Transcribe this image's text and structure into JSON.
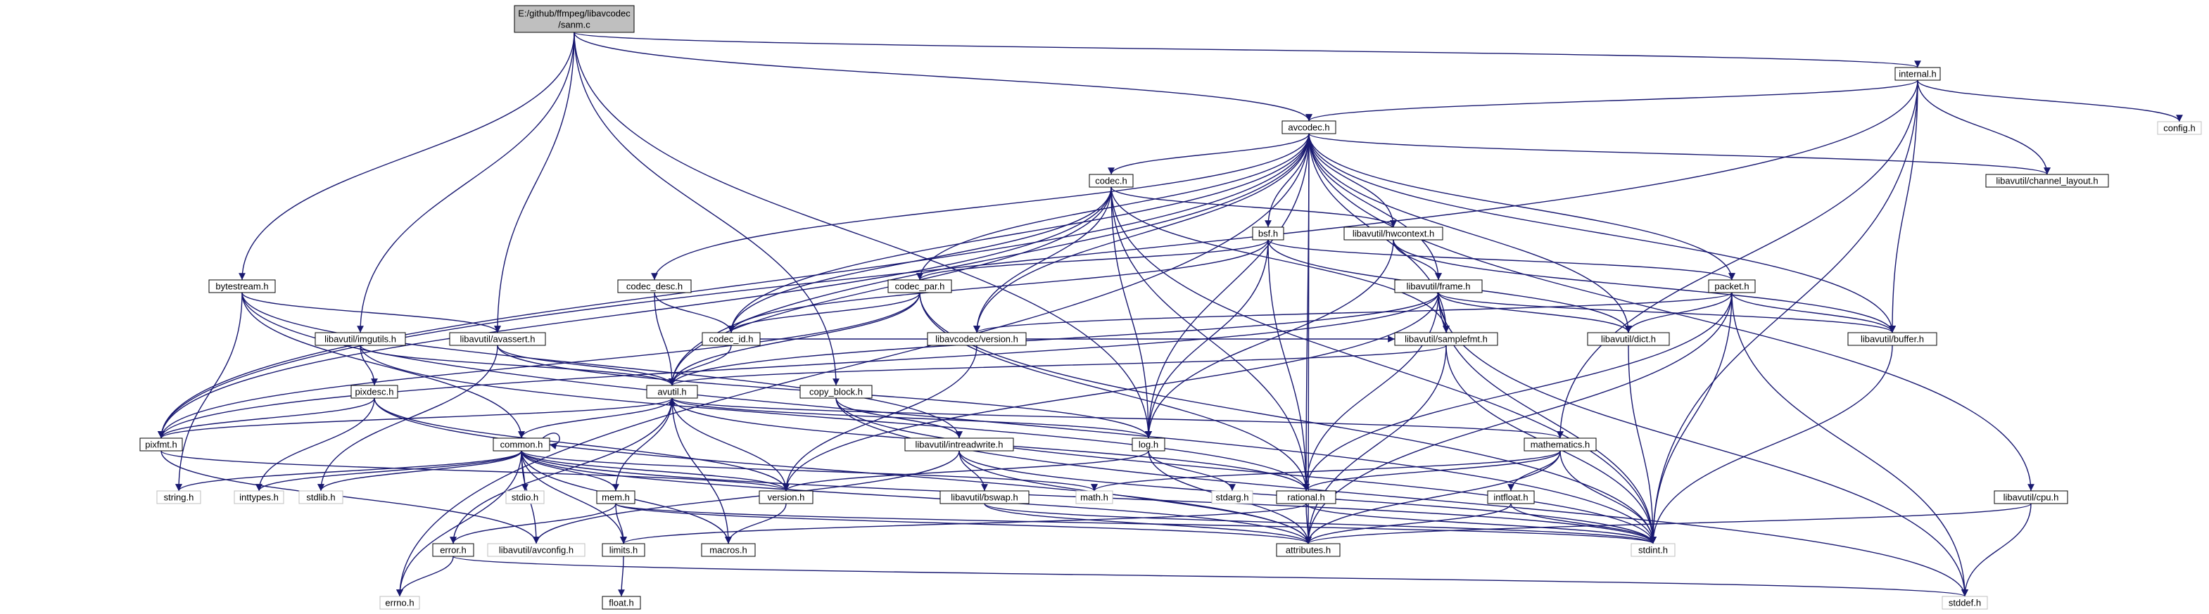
{
  "graph": {
    "root": [
      "E:/github/ffmpeg/libavcodec",
      "/sanm.c"
    ],
    "nodes": [
      {
        "id": "sanm",
        "label": "E:/github/ffmpeg/libavcodec\n/sanm.c",
        "kind": "root"
      },
      {
        "id": "internal_h",
        "label": "internal.h",
        "kind": "std"
      },
      {
        "id": "config_h",
        "label": "config.h",
        "kind": "sys"
      },
      {
        "id": "avcodec_h",
        "label": "avcodec.h",
        "kind": "std"
      },
      {
        "id": "channel_layout_h",
        "label": "libavutil/channel_layout.h",
        "kind": "std"
      },
      {
        "id": "codec_h",
        "label": "codec.h",
        "kind": "std"
      },
      {
        "id": "bsf_h",
        "label": "bsf.h",
        "kind": "std"
      },
      {
        "id": "hwcontext_h",
        "label": "libavutil/hwcontext.h",
        "kind": "std"
      },
      {
        "id": "bytestream_h",
        "label": "bytestream.h",
        "kind": "std"
      },
      {
        "id": "codec_desc_h",
        "label": "codec_desc.h",
        "kind": "std"
      },
      {
        "id": "codec_par_h",
        "label": "codec_par.h",
        "kind": "std"
      },
      {
        "id": "frame_h",
        "label": "libavutil/frame.h",
        "kind": "std"
      },
      {
        "id": "packet_h",
        "label": "packet.h",
        "kind": "std"
      },
      {
        "id": "imgutils_h",
        "label": "libavutil/imgutils.h",
        "kind": "std"
      },
      {
        "id": "avassert_h",
        "label": "libavutil/avassert.h",
        "kind": "std"
      },
      {
        "id": "codec_id_h",
        "label": "codec_id.h",
        "kind": "std"
      },
      {
        "id": "lavc_version_h",
        "label": "libavcodec/version.h",
        "kind": "std"
      },
      {
        "id": "samplefmt_h",
        "label": "libavutil/samplefmt.h",
        "kind": "std"
      },
      {
        "id": "dict_h",
        "label": "libavutil/dict.h",
        "kind": "std"
      },
      {
        "id": "buffer_h",
        "label": "libavutil/buffer.h",
        "kind": "std"
      },
      {
        "id": "pixdesc_h",
        "label": "pixdesc.h",
        "kind": "std"
      },
      {
        "id": "avutil_h",
        "label": "avutil.h",
        "kind": "std"
      },
      {
        "id": "copy_block_h",
        "label": "copy_block.h",
        "kind": "std"
      },
      {
        "id": "pixfmt_h",
        "label": "pixfmt.h",
        "kind": "std"
      },
      {
        "id": "common_h",
        "label": "common.h",
        "kind": "std"
      },
      {
        "id": "intreadwrite_h",
        "label": "libavutil/intreadwrite.h",
        "kind": "std"
      },
      {
        "id": "log_h",
        "label": "log.h",
        "kind": "std"
      },
      {
        "id": "mathematics_h",
        "label": "mathematics.h",
        "kind": "std"
      },
      {
        "id": "string_h",
        "label": "string.h",
        "kind": "sys"
      },
      {
        "id": "inttypes_h",
        "label": "inttypes.h",
        "kind": "sys"
      },
      {
        "id": "stdlib_h",
        "label": "stdlib.h",
        "kind": "sys"
      },
      {
        "id": "stdio_h",
        "label": "stdio.h",
        "kind": "sys"
      },
      {
        "id": "mem_h",
        "label": "mem.h",
        "kind": "std"
      },
      {
        "id": "version_h",
        "label": "version.h",
        "kind": "std"
      },
      {
        "id": "math_h",
        "label": "math.h",
        "kind": "sys"
      },
      {
        "id": "bswap_h",
        "label": "libavutil/bswap.h",
        "kind": "std"
      },
      {
        "id": "stdarg_h",
        "label": "stdarg.h",
        "kind": "sys"
      },
      {
        "id": "rational_h",
        "label": "rational.h",
        "kind": "std"
      },
      {
        "id": "intfloat_h",
        "label": "intfloat.h",
        "kind": "std"
      },
      {
        "id": "cpu_h",
        "label": "libavutil/cpu.h",
        "kind": "std"
      },
      {
        "id": "error_h",
        "label": "error.h",
        "kind": "std"
      },
      {
        "id": "avconfig_h",
        "label": "libavutil/avconfig.h",
        "kind": "sys"
      },
      {
        "id": "limits_h",
        "label": "limits.h",
        "kind": "std"
      },
      {
        "id": "macros_h",
        "label": "macros.h",
        "kind": "std"
      },
      {
        "id": "attributes_h",
        "label": "attributes.h",
        "kind": "std"
      },
      {
        "id": "stdint_h",
        "label": "stdint.h",
        "kind": "sys"
      },
      {
        "id": "errno_h",
        "label": "errno.h",
        "kind": "sys"
      },
      {
        "id": "float_h",
        "label": "float.h",
        "kind": "std"
      },
      {
        "id": "stddef_h",
        "label": "stddef.h",
        "kind": "sys"
      }
    ],
    "edges": [
      [
        "sanm",
        "internal_h"
      ],
      [
        "sanm",
        "avcodec_h"
      ],
      [
        "sanm",
        "bytestream_h"
      ],
      [
        "sanm",
        "imgutils_h"
      ],
      [
        "sanm",
        "avassert_h"
      ],
      [
        "sanm",
        "copy_block_h"
      ],
      [
        "sanm",
        "log_h"
      ],
      [
        "internal_h",
        "avcodec_h"
      ],
      [
        "internal_h",
        "config_h"
      ],
      [
        "internal_h",
        "channel_layout_h"
      ],
      [
        "internal_h",
        "buffer_h"
      ],
      [
        "internal_h",
        "pixfmt_h"
      ],
      [
        "internal_h",
        "mathematics_h"
      ],
      [
        "internal_h",
        "stdint_h"
      ],
      [
        "avcodec_h",
        "channel_layout_h"
      ],
      [
        "avcodec_h",
        "codec_h"
      ],
      [
        "avcodec_h",
        "bsf_h"
      ],
      [
        "avcodec_h",
        "hwcontext_h"
      ],
      [
        "avcodec_h",
        "codec_desc_h"
      ],
      [
        "avcodec_h",
        "codec_par_h"
      ],
      [
        "avcodec_h",
        "frame_h"
      ],
      [
        "avcodec_h",
        "packet_h"
      ],
      [
        "avcodec_h",
        "codec_id_h"
      ],
      [
        "avcodec_h",
        "lavc_version_h"
      ],
      [
        "avcodec_h",
        "samplefmt_h"
      ],
      [
        "avcodec_h",
        "dict_h"
      ],
      [
        "avcodec_h",
        "buffer_h"
      ],
      [
        "avcodec_h",
        "avutil_h"
      ],
      [
        "avcodec_h",
        "pixfmt_h"
      ],
      [
        "avcodec_h",
        "log_h"
      ],
      [
        "avcodec_h",
        "rational_h"
      ],
      [
        "avcodec_h",
        "attributes_h"
      ],
      [
        "avcodec_h",
        "cpu_h"
      ],
      [
        "avcodec_h",
        "errno_h"
      ],
      [
        "codec_h",
        "hwcontext_h"
      ],
      [
        "codec_h",
        "codec_id_h"
      ],
      [
        "codec_h",
        "avutil_h"
      ],
      [
        "codec_h",
        "pixfmt_h"
      ],
      [
        "codec_h",
        "log_h"
      ],
      [
        "codec_h",
        "rational_h"
      ],
      [
        "codec_h",
        "samplefmt_h"
      ],
      [
        "codec_h",
        "lavc_version_h"
      ],
      [
        "codec_h",
        "stdint_h"
      ],
      [
        "bsf_h",
        "codec_par_h"
      ],
      [
        "bsf_h",
        "packet_h"
      ],
      [
        "bsf_h",
        "dict_h"
      ],
      [
        "bsf_h",
        "log_h"
      ],
      [
        "bsf_h",
        "rational_h"
      ],
      [
        "bsf_h",
        "codec_id_h"
      ],
      [
        "hwcontext_h",
        "buffer_h"
      ],
      [
        "hwcontext_h",
        "frame_h"
      ],
      [
        "hwcontext_h",
        "log_h"
      ],
      [
        "codec_desc_h",
        "codec_id_h"
      ],
      [
        "codec_desc_h",
        "avutil_h"
      ],
      [
        "codec_par_h",
        "codec_id_h"
      ],
      [
        "codec_par_h",
        "avutil_h"
      ],
      [
        "codec_par_h",
        "rational_h"
      ],
      [
        "codec_par_h",
        "pixfmt_h"
      ],
      [
        "codec_par_h",
        "stdint_h"
      ],
      [
        "frame_h",
        "avutil_h"
      ],
      [
        "frame_h",
        "buffer_h"
      ],
      [
        "frame_h",
        "dict_h"
      ],
      [
        "frame_h",
        "rational_h"
      ],
      [
        "frame_h",
        "samplefmt_h"
      ],
      [
        "frame_h",
        "pixfmt_h"
      ],
      [
        "frame_h",
        "version_h"
      ],
      [
        "frame_h",
        "stddef_h"
      ],
      [
        "frame_h",
        "stdint_h"
      ],
      [
        "packet_h",
        "buffer_h"
      ],
      [
        "packet_h",
        "dict_h"
      ],
      [
        "packet_h",
        "rational_h"
      ],
      [
        "packet_h",
        "lavc_version_h"
      ],
      [
        "packet_h",
        "attributes_h"
      ],
      [
        "packet_h",
        "stddef_h"
      ],
      [
        "packet_h",
        "stdint_h"
      ],
      [
        "bytestream_h",
        "common_h"
      ],
      [
        "bytestream_h",
        "intreadwrite_h"
      ],
      [
        "bytestream_h",
        "avassert_h"
      ],
      [
        "bytestream_h",
        "string_h"
      ],
      [
        "bytestream_h",
        "stdint_h"
      ],
      [
        "imgutils_h",
        "pixdesc_h"
      ],
      [
        "imgutils_h",
        "avutil_h"
      ],
      [
        "imgutils_h",
        "rational_h"
      ],
      [
        "avassert_h",
        "avutil_h"
      ],
      [
        "avassert_h",
        "log_h"
      ],
      [
        "avassert_h",
        "stdlib_h"
      ],
      [
        "codec_id_h",
        "avutil_h"
      ],
      [
        "codec_id_h",
        "samplefmt_h"
      ],
      [
        "lavc_version_h",
        "version_h"
      ],
      [
        "samplefmt_h",
        "avutil_h"
      ],
      [
        "samplefmt_h",
        "attributes_h"
      ],
      [
        "samplefmt_h",
        "stdint_h"
      ],
      [
        "dict_h",
        "stdint_h"
      ],
      [
        "buffer_h",
        "stdint_h"
      ],
      [
        "pixdesc_h",
        "pixfmt_h"
      ],
      [
        "pixdesc_h",
        "version_h"
      ],
      [
        "pixdesc_h",
        "attributes_h"
      ],
      [
        "pixdesc_h",
        "inttypes_h"
      ],
      [
        "avutil_h",
        "common_h"
      ],
      [
        "avutil_h",
        "error_h"
      ],
      [
        "avutil_h",
        "version_h"
      ],
      [
        "avutil_h",
        "macros_h"
      ],
      [
        "avutil_h",
        "mathematics_h"
      ],
      [
        "avutil_h",
        "rational_h"
      ],
      [
        "avutil_h",
        "log_h"
      ],
      [
        "avutil_h",
        "pixfmt_h"
      ],
      [
        "copy_block_h",
        "intreadwrite_h"
      ],
      [
        "copy_block_h",
        "stddef_h"
      ],
      [
        "copy_block_h",
        "stdint_h"
      ],
      [
        "pixfmt_h",
        "avconfig_h"
      ],
      [
        "pixfmt_h",
        "version_h"
      ],
      [
        "common_h",
        "common_h"
      ],
      [
        "common_h",
        "string_h"
      ],
      [
        "common_h",
        "inttypes_h"
      ],
      [
        "common_h",
        "stdlib_h"
      ],
      [
        "common_h",
        "stdio_h"
      ],
      [
        "common_h",
        "mem_h"
      ],
      [
        "common_h",
        "errno_h"
      ],
      [
        "common_h",
        "limits_h"
      ],
      [
        "common_h",
        "math_h"
      ],
      [
        "common_h",
        "attributes_h"
      ],
      [
        "common_h",
        "macros_h"
      ],
      [
        "common_h",
        "version_h"
      ],
      [
        "common_h",
        "avconfig_h"
      ],
      [
        "common_h",
        "stdint_h"
      ],
      [
        "intreadwrite_h",
        "bswap_h"
      ],
      [
        "intreadwrite_h",
        "avconfig_h"
      ],
      [
        "intreadwrite_h",
        "attributes_h"
      ],
      [
        "intreadwrite_h",
        "stdint_h"
      ],
      [
        "log_h",
        "version_h"
      ],
      [
        "log_h",
        "stdarg_h"
      ],
      [
        "log_h",
        "attributes_h"
      ],
      [
        "mathematics_h",
        "rational_h"
      ],
      [
        "mathematics_h",
        "intfloat_h"
      ],
      [
        "mathematics_h",
        "math_h"
      ],
      [
        "mathematics_h",
        "attributes_h"
      ],
      [
        "mathematics_h",
        "stdint_h"
      ],
      [
        "mem_h",
        "error_h"
      ],
      [
        "mem_h",
        "limits_h"
      ],
      [
        "mem_h",
        "attributes_h"
      ],
      [
        "mem_h",
        "avutil_h"
      ],
      [
        "mem_h",
        "stdint_h"
      ],
      [
        "bswap_h",
        "attributes_h"
      ],
      [
        "bswap_h",
        "stdint_h"
      ],
      [
        "rational_h",
        "limits_h"
      ],
      [
        "rational_h",
        "attributes_h"
      ],
      [
        "rational_h",
        "stdint_h"
      ],
      [
        "intfloat_h",
        "attributes_h"
      ],
      [
        "intfloat_h",
        "stdint_h"
      ],
      [
        "cpu_h",
        "stddef_h"
      ],
      [
        "cpu_h",
        "attributes_h"
      ],
      [
        "error_h",
        "errno_h"
      ],
      [
        "error_h",
        "stddef_h"
      ],
      [
        "version_h",
        "macros_h"
      ],
      [
        "limits_h",
        "float_h"
      ]
    ]
  }
}
